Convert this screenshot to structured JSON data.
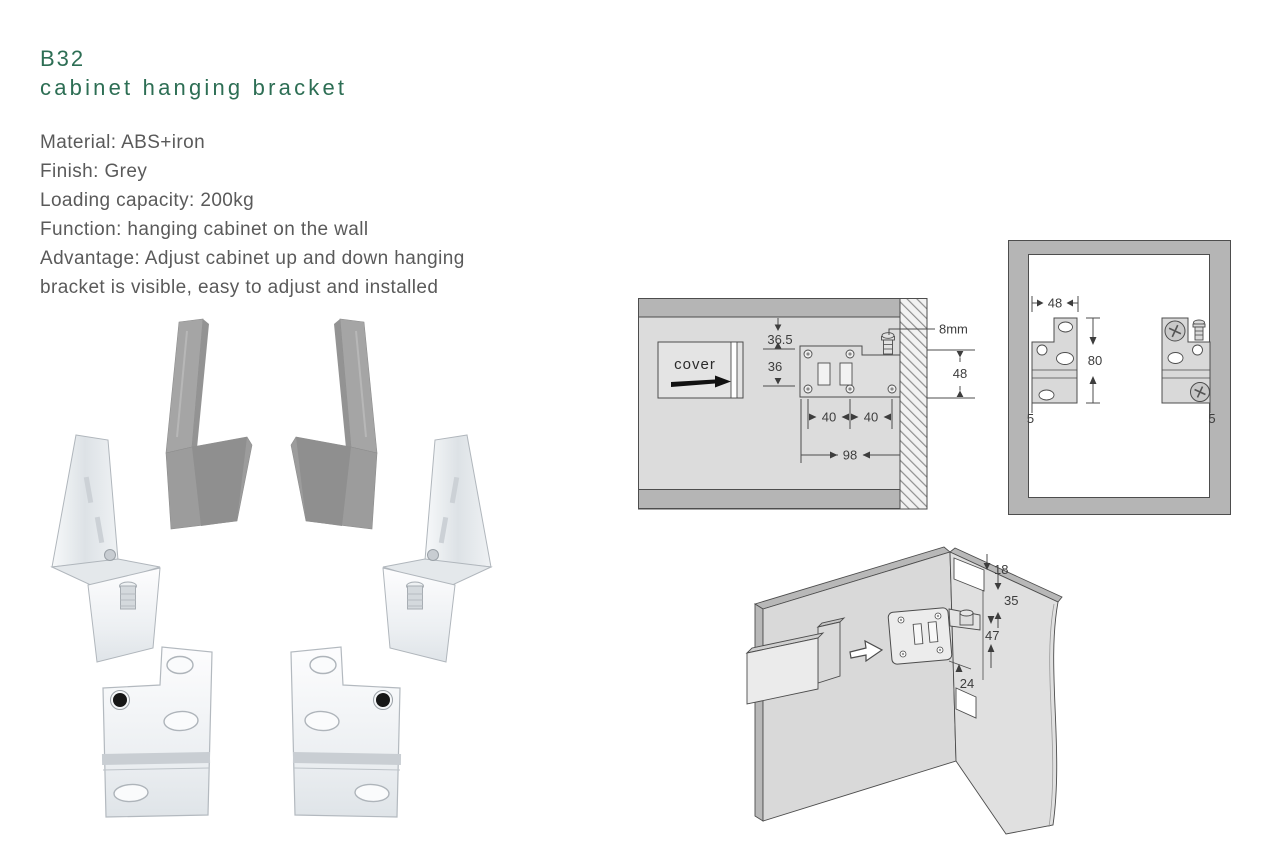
{
  "header": {
    "code": "B32",
    "title": "cabinet hanging bracket"
  },
  "specs": {
    "lines": [
      "Material: ABS+iron",
      "Finish: Grey",
      "Loading capacity: 200kg",
      "Function: hanging cabinet on the wall",
      "Advantage: Adjust cabinet up and down hanging",
      "bracket is visible, easy to adjust and installed"
    ]
  },
  "diagrams": {
    "wall_section": {
      "cover_label": "cover",
      "dim_top": "36.5",
      "dim_mid": "36",
      "dim_hole_left": "40",
      "dim_hole_right": "40",
      "dim_width": "98",
      "dim_bolt": "8mm",
      "dim_drop": "48"
    },
    "front_view": {
      "dim_width": "48",
      "dim_height": "80",
      "dim_gap_left": "5",
      "dim_gap_right": "5"
    },
    "perspective": {
      "dim_top": "18",
      "dim_upper": "35",
      "dim_middle": "47",
      "dim_lower": "24"
    }
  },
  "colors": {
    "accent_green": "#2d6e54",
    "body_text": "#5a5a5a",
    "diagram_line": "#4d4d4d",
    "panel_fill": "#dcdcdc",
    "bar_fill": "#b5b5b5",
    "plastic_grey": "#9c9c9c"
  }
}
